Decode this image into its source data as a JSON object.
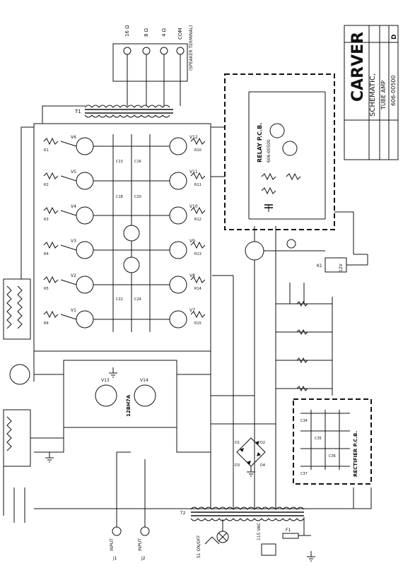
{
  "title_block": {
    "brand": "CARVER",
    "title_line1": "SCHEMATIC,",
    "title_line2": "TUBE AMP",
    "drawing_number": "606-00500",
    "revision": "D"
  },
  "speaker_terminals": {
    "taps": [
      "16 Ω",
      "8 Ω",
      "4 Ω",
      "COM"
    ],
    "note": "(SPEAKER TERMINAL)"
  },
  "boards": {
    "relay": "RELAY P.C.B.",
    "relay_part": "606-00500",
    "rectifier": "RECTIFIER P.C.B."
  },
  "io_labels": {
    "input1": "INPUT",
    "input2": "INPUT",
    "j1": "J1",
    "j2": "J2",
    "ac": "115 VAC",
    "switch": "S1 ON/OFF",
    "fuse": "F1",
    "relay_coil": "K1",
    "relay_voltage": "12V"
  },
  "tubes": {
    "output_left": [
      "V6",
      "V5",
      "V4",
      "V3",
      "V2",
      "V1"
    ],
    "output_right": [
      "V12",
      "V11",
      "V10",
      "V9",
      "V8",
      "V7"
    ],
    "driver": [
      "V13",
      "V14"
    ],
    "driver_type": "12BH7A"
  },
  "components": {
    "left_resistors": [
      "R1",
      "R2",
      "R3",
      "R4",
      "R5",
      "R6"
    ],
    "right_resistors": [
      "R10",
      "R11",
      "R12",
      "R13",
      "R14",
      "R15"
    ],
    "caps": [
      "C13",
      "C16",
      "C18",
      "C20",
      "C22",
      "C24"
    ],
    "rect_caps": [
      "C34",
      "C35",
      "C36",
      "C37"
    ],
    "diodes": [
      "D1",
      "D2",
      "D3",
      "D4"
    ],
    "transformer_primary": "T1",
    "transformer_output": "T2"
  }
}
